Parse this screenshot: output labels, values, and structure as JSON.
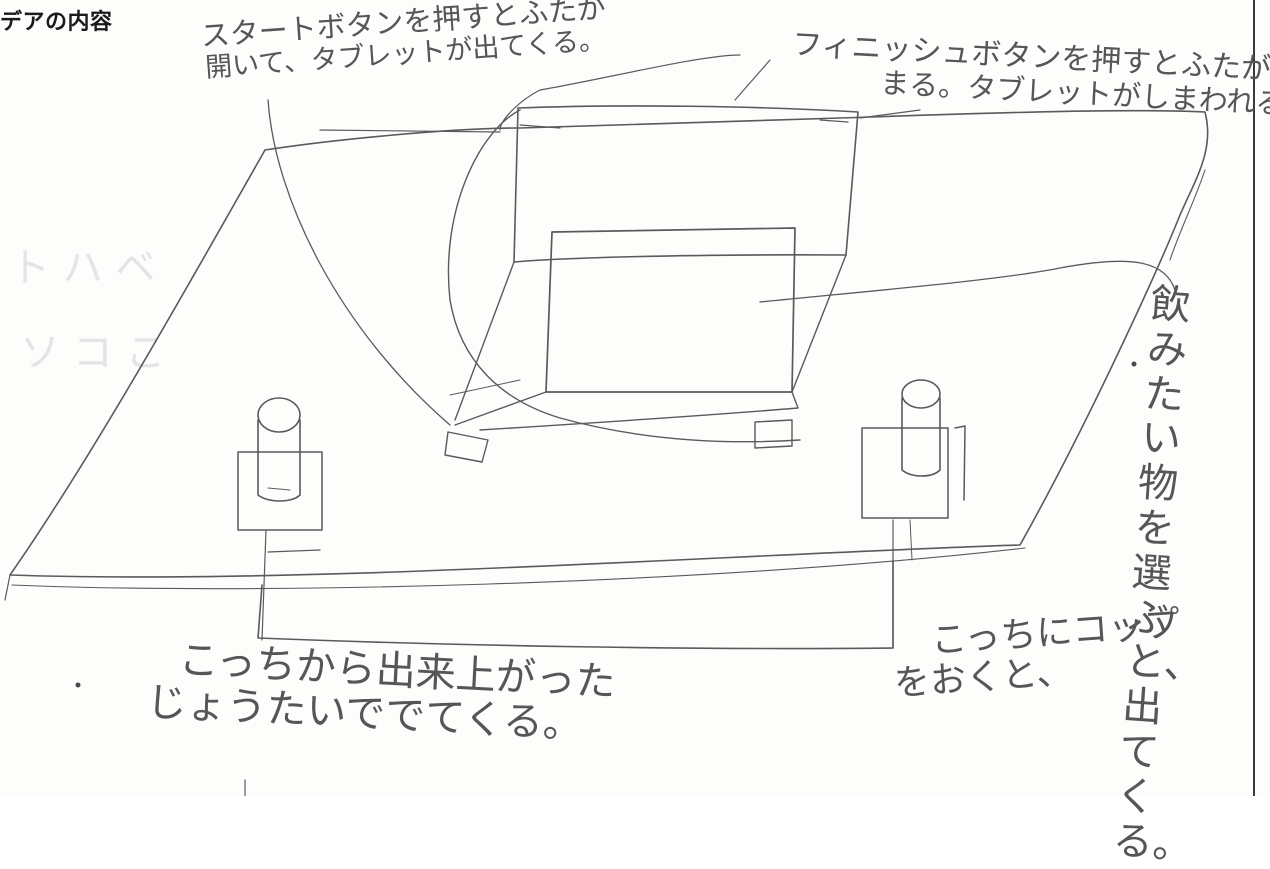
{
  "heading": "デアの内容",
  "annotations": {
    "start": {
      "line1": "スタートボタンを押すとふたが",
      "line2": "開いて、タブレットが出てくる。"
    },
    "finish": {
      "line1": "フィニッシュボタンを押すとふたがし",
      "line2": "まる。タブレットがしまわれる。"
    },
    "select": "飲みたい物を選ぶと、出てくる。",
    "output": {
      "line1": "こっちから出来上がった",
      "line2": "じょうたいででてくる。"
    },
    "cup": {
      "line1": "こっちにコップ",
      "line2": "をおくと、"
    }
  },
  "colors": {
    "pencil": "#5a5a5a",
    "paper": "#fdfdfb",
    "frame": "#3a3a3a"
  }
}
